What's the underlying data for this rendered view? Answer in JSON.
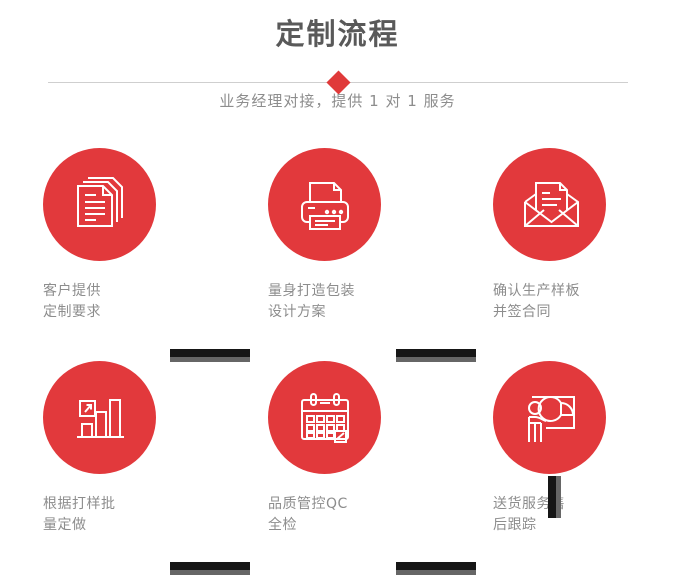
{
  "header": {
    "title": "定制流程",
    "subtitle": "业务经理对接，提供 1 对 1 服务",
    "diamond_icon": "diamond-icon",
    "divider_color": "#cfcfcf"
  },
  "theme": {
    "accent_red": "#e2393c",
    "title_gray": "#595959",
    "label_gray": "#8d8d8d",
    "connector_dark": "#161616",
    "connector_shadow": "#666666"
  },
  "flow": {
    "steps": [
      {
        "index": "1",
        "icon": "documents-stack-icon",
        "label_line1": "客户提供",
        "label_line2": "定制要求"
      },
      {
        "index": "2",
        "icon": "printer-icon",
        "label_line1": "量身打造包装",
        "label_line2": "设计方案"
      },
      {
        "index": "3",
        "icon": "envelope-document-icon",
        "label_line1": "确认生产样板",
        "label_line2": "并签合同"
      },
      {
        "index": "4",
        "icon": "bar-chart-growth-icon",
        "label_line1": "根据打样批",
        "label_line2": "量定做"
      },
      {
        "index": "5",
        "icon": "calendar-check-icon",
        "label_line1": "品质管控QC",
        "label_line2": "全检"
      },
      {
        "index": "6",
        "icon": "presentation-pie-chart-icon",
        "label_line1": "送货服务售",
        "label_line2": "后跟踪"
      }
    ],
    "connectors": [
      {
        "name": "connector-step1-step2",
        "orientation": "horizontal"
      },
      {
        "name": "connector-step2-step3",
        "orientation": "horizontal"
      },
      {
        "name": "connector-step3-step6",
        "orientation": "vertical"
      },
      {
        "name": "connector-step4-step5",
        "orientation": "horizontal"
      },
      {
        "name": "connector-step5-step6",
        "orientation": "horizontal"
      }
    ]
  }
}
